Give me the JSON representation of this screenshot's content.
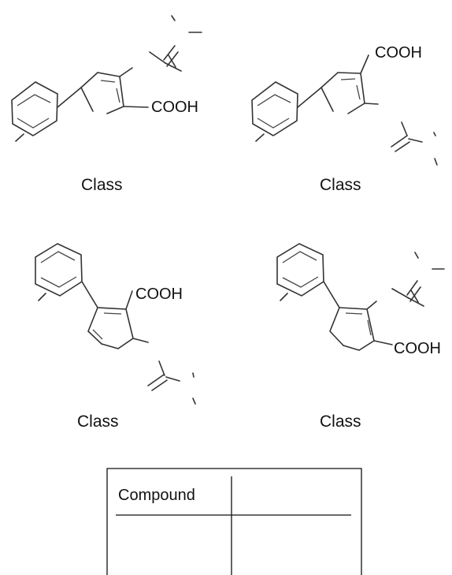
{
  "structures": [
    {
      "acid_label": "COOH",
      "class_label": "Class"
    },
    {
      "acid_label": "COOH",
      "class_label": "Class"
    },
    {
      "acid_label": "COOH",
      "class_label": "Class"
    },
    {
      "acid_label": "COOH",
      "class_label": "Class"
    }
  ],
  "table": {
    "header": "Compound",
    "header_value": ""
  }
}
